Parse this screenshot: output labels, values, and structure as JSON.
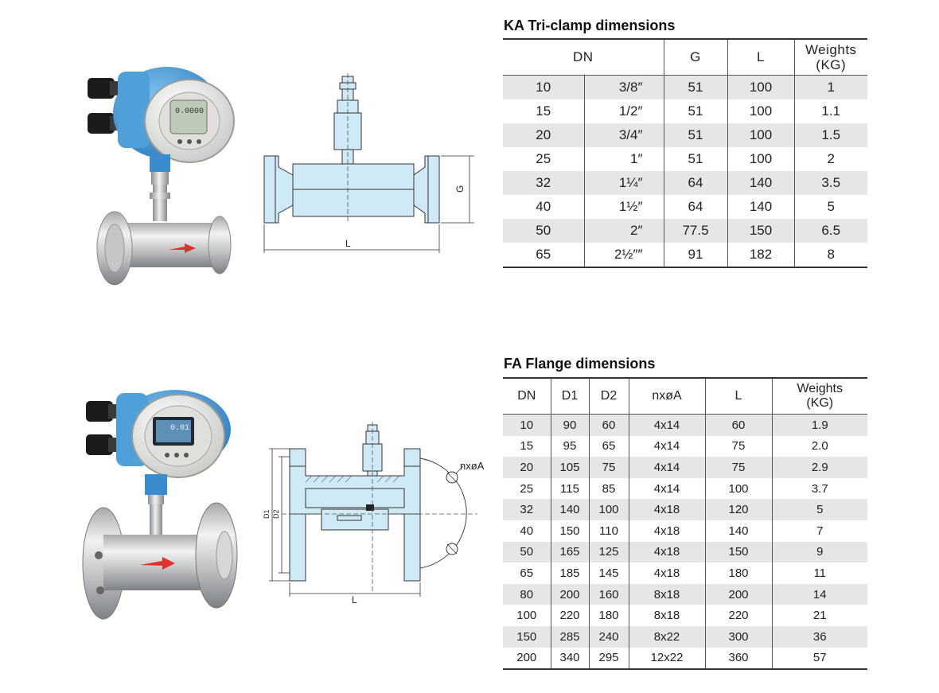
{
  "ka": {
    "title": "KA Tri-clamp dimensions",
    "headers": {
      "dn": "DN",
      "g": "G",
      "l": "L",
      "weights_line1": "Weights",
      "weights_line2": "(KG)"
    },
    "rows": [
      [
        "10",
        "3/8″",
        "51",
        "100",
        "1"
      ],
      [
        "15",
        "1/2″",
        "51",
        "100",
        "1.1"
      ],
      [
        "20",
        "3/4″",
        "51",
        "100",
        "1.5"
      ],
      [
        "25",
        "1″",
        "51",
        "100",
        "2"
      ],
      [
        "32",
        "1¼″",
        "64",
        "140",
        "3.5"
      ],
      [
        "40",
        "1½″",
        "64",
        "140",
        "5"
      ],
      [
        "50",
        "2″",
        "77.5",
        "150",
        "6.5"
      ],
      [
        "65",
        "2½″″",
        "91",
        "182",
        "8"
      ]
    ],
    "drawing": {
      "g_label": "G",
      "l_label": "L"
    },
    "photo": {
      "display_text": "0.0000"
    }
  },
  "fa": {
    "title": "FA Flange dimensions",
    "headers": {
      "dn": "DN",
      "d1": "D1",
      "d2": "D2",
      "nxa": "nxøA",
      "l": "L",
      "weights_line1": "Weights",
      "weights_line2": "(KG)"
    },
    "rows": [
      [
        "10",
        "90",
        "60",
        "4x14",
        "60",
        "1.9"
      ],
      [
        "15",
        "95",
        "65",
        "4x14",
        "75",
        "2.0"
      ],
      [
        "20",
        "105",
        "75",
        "4x14",
        "75",
        "2.9"
      ],
      [
        "25",
        "115",
        "85",
        "4x14",
        "100",
        "3.7"
      ],
      [
        "32",
        "140",
        "100",
        "4x18",
        "120",
        "5"
      ],
      [
        "40",
        "150",
        "110",
        "4x18",
        "140",
        "7"
      ],
      [
        "50",
        "165",
        "125",
        "4x18",
        "150",
        "9"
      ],
      [
        "65",
        "185",
        "145",
        "4x18",
        "180",
        "11"
      ],
      [
        "80",
        "200",
        "160",
        "8x18",
        "200",
        "14"
      ],
      [
        "100",
        "220",
        "180",
        "8x18",
        "220",
        "21"
      ],
      [
        "150",
        "285",
        "240",
        "8x22",
        "300",
        "36"
      ],
      [
        "200",
        "340",
        "295",
        "12x22",
        "360",
        "57"
      ]
    ],
    "drawing": {
      "d1_label": "D1",
      "d2_label": "D2",
      "l_label": "L",
      "nxa_label": "nxøA"
    },
    "photo": {
      "display_text": "0.01"
    }
  },
  "colors": {
    "housing_blue": "#4f9fd8",
    "drawing_fill": "#cfe9f6",
    "row_shade": "#e6e6e6",
    "arrow_red": "#e0312f"
  }
}
